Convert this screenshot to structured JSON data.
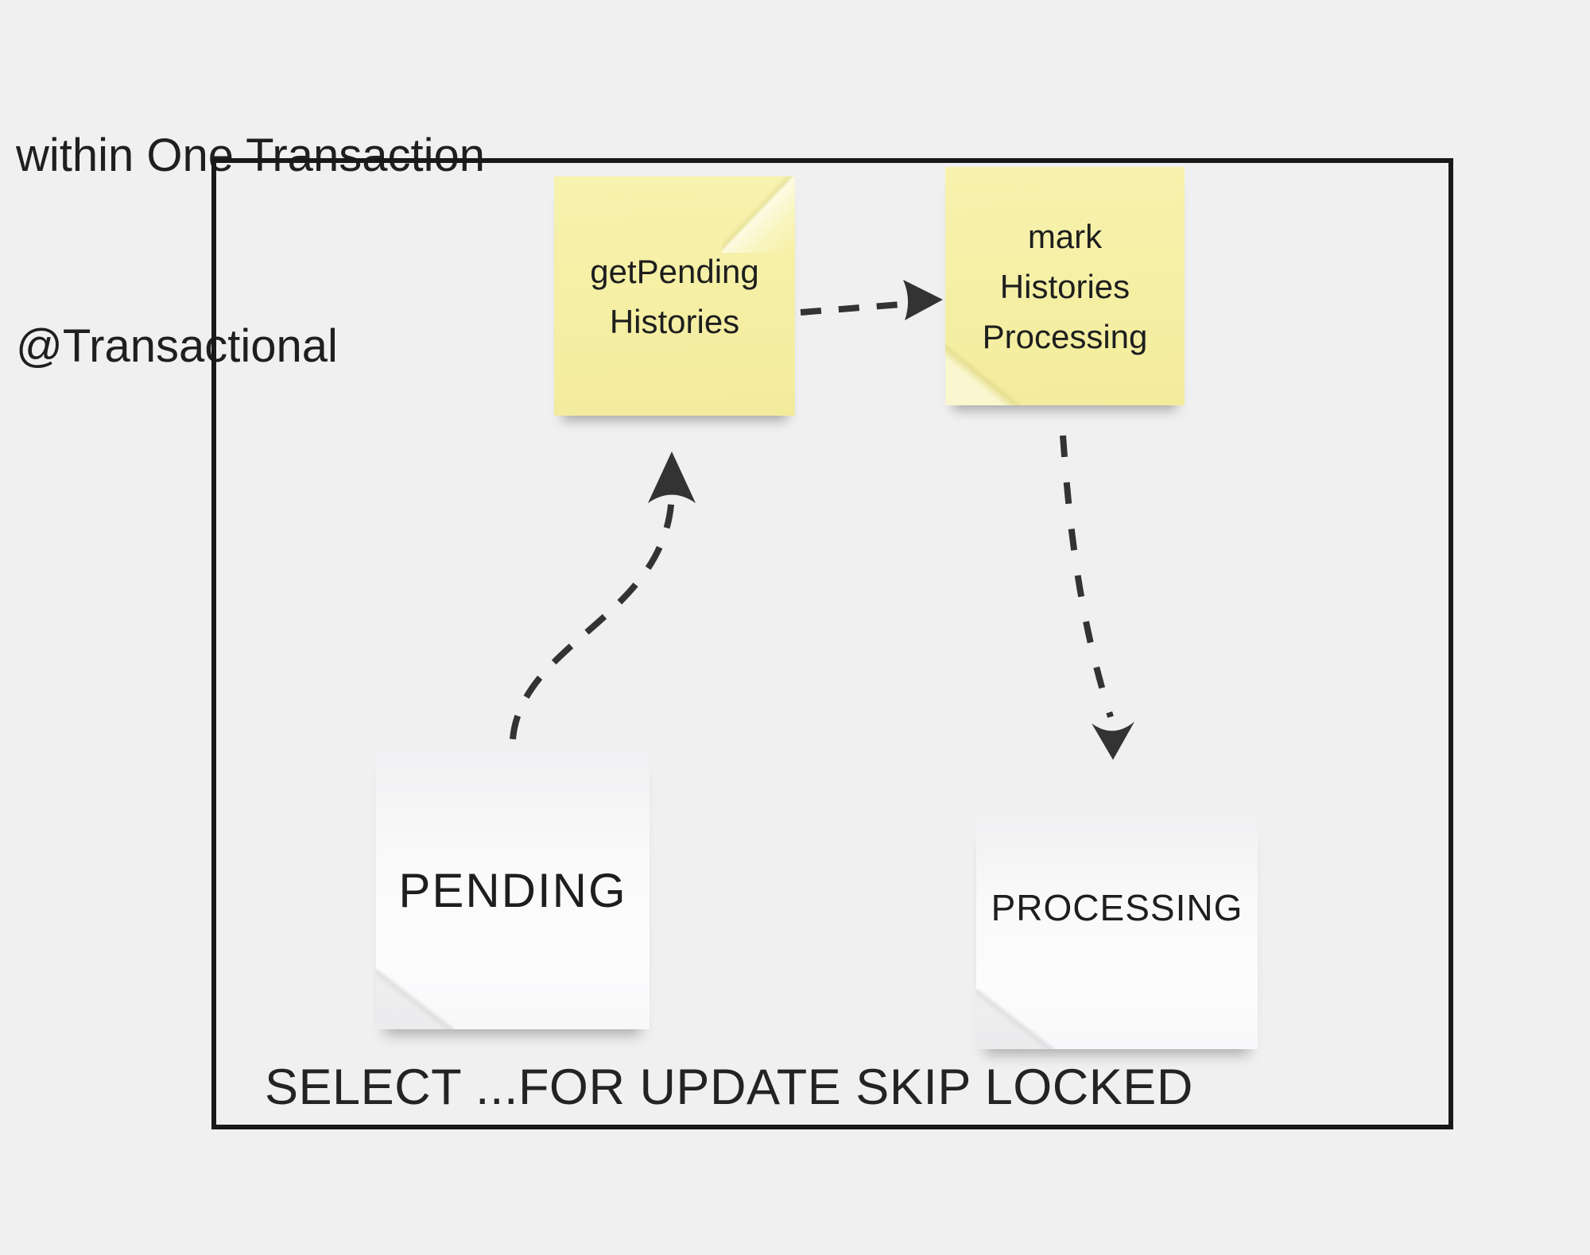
{
  "canvas": {
    "background": "#f0f0f1"
  },
  "header": {
    "line1": "within One Transaction",
    "line2": "@Transactional"
  },
  "diagram": {
    "boundary": {
      "border_color": "#191919",
      "sql_label": "SELECT ...FOR UPDATE SKIP LOCKED"
    },
    "notes": [
      {
        "id": "get-pending-histories",
        "kind": "action-note",
        "color": "#f5efa4",
        "lines": [
          "getPending",
          "Histories"
        ]
      },
      {
        "id": "mark-histories-processing",
        "kind": "action-note",
        "color": "#f5efa4",
        "lines": [
          "mark",
          "Histories",
          "Processing"
        ]
      },
      {
        "id": "pending",
        "kind": "state-note",
        "color": "#fafafb",
        "lines": [
          "PENDING"
        ]
      },
      {
        "id": "processing",
        "kind": "state-note",
        "color": "#fafafb",
        "lines": [
          "PROCESSING"
        ]
      }
    ],
    "arrows": [
      {
        "id": "pending-to-get-pending-histories",
        "from": "PENDING",
        "to": "getPending Histories",
        "style": "dashed"
      },
      {
        "id": "get-pending-to-mark-processing",
        "from": "getPending Histories",
        "to": "mark Histories Processing",
        "style": "dashed"
      },
      {
        "id": "mark-processing-to-processing",
        "from": "mark Histories Processing",
        "to": "PROCESSING",
        "style": "dashed"
      }
    ],
    "arrow_color": "#333333"
  }
}
